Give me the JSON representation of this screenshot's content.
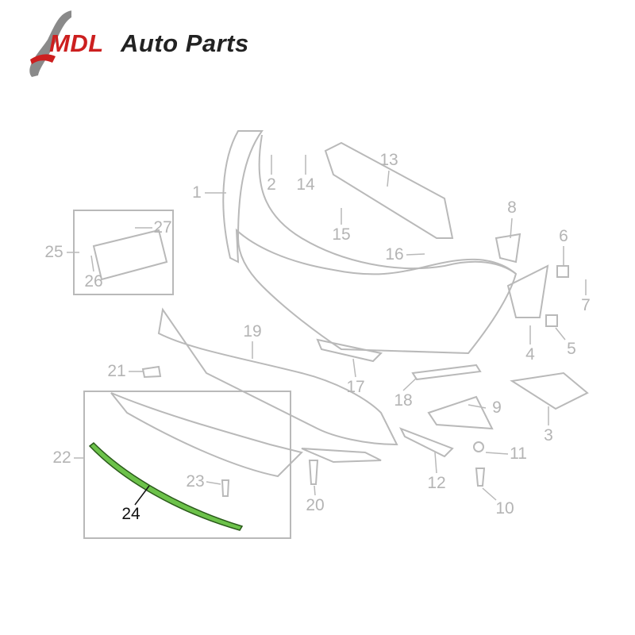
{
  "logo": {
    "brand": "MDL",
    "suffix": "Auto Parts"
  },
  "colors": {
    "accent": "#cc1f1f",
    "highlight_part": "#6cc24a",
    "line": "#b9b9b9"
  },
  "highlighted_part": "24",
  "callouts": [
    "1",
    "2",
    "3",
    "4",
    "5",
    "6",
    "7",
    "8",
    "9",
    "10",
    "11",
    "12",
    "13",
    "14",
    "15",
    "16",
    "17",
    "18",
    "19",
    "20",
    "21",
    "22",
    "23",
    "24",
    "25",
    "26",
    "27"
  ]
}
